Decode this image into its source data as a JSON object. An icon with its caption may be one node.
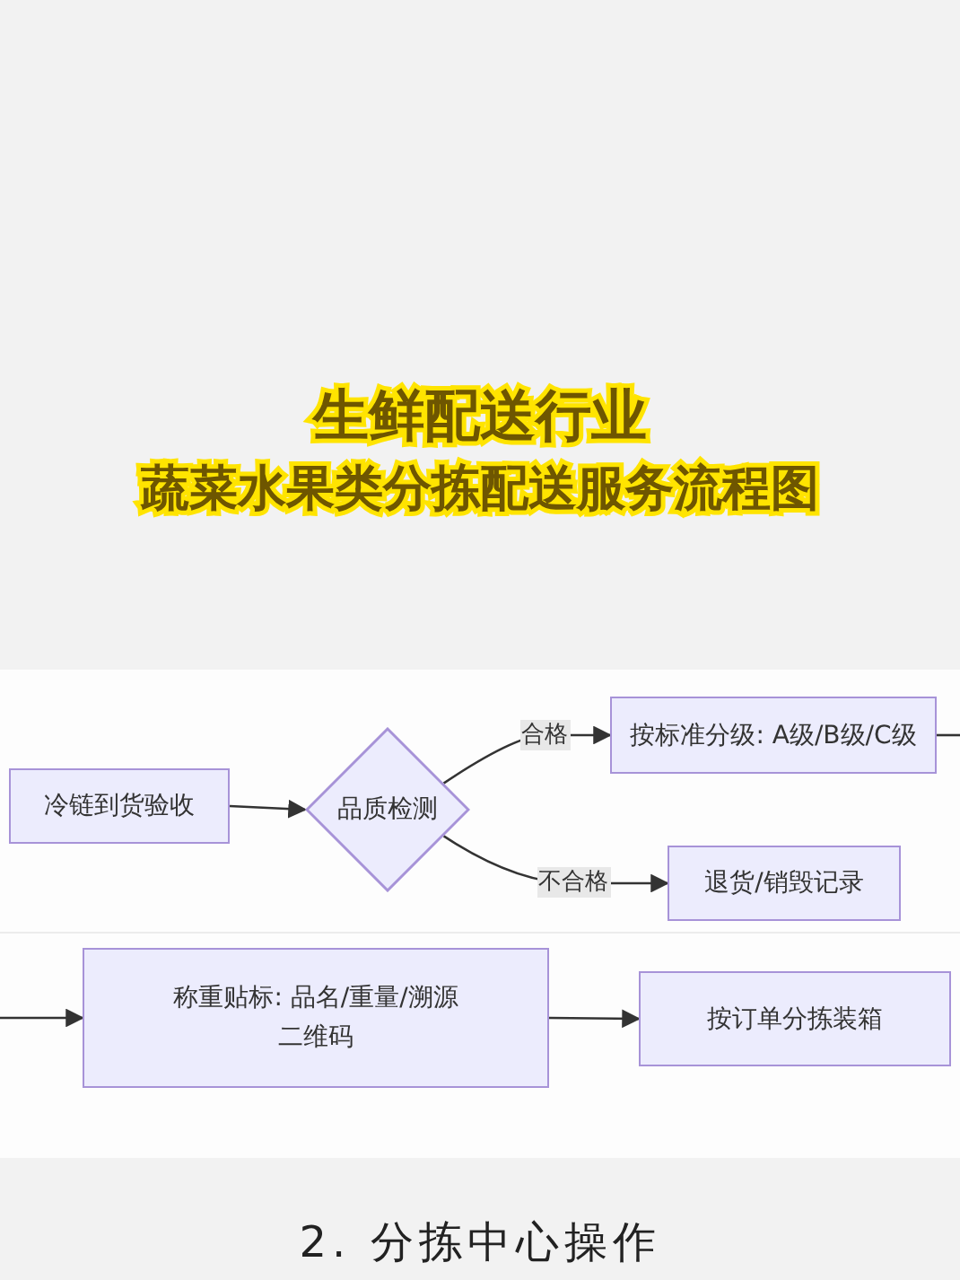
{
  "diagram": {
    "title": "生鲜配送行业",
    "caption": "2. 分拣中心操作",
    "labels": [
      "蔬菜水果类分拣配送服务流程图"
    ],
    "nodes": [
      {
        "text": [
          "冷链到货验收"
        ]
      },
      {
        "text": [
          "品质检测"
        ]
      },
      {
        "text": [
          "按标准分级: A级/B级/C级"
        ]
      },
      {
        "text": [
          "退货/销毁记录"
        ]
      },
      {
        "text": [
          "称重贴标: 品名/重量/溯源二维码"
        ]
      },
      {
        "text": [
          "按订单分拣装箱"
        ]
      }
    ],
    "edges": [
      {
        "from": 0,
        "to": 1,
        "arrow": "to"
      },
      {
        "from": 1,
        "to": 2,
        "arrow": "to",
        "label": "合格"
      },
      {
        "from": 1,
        "to": 3,
        "arrow": "to",
        "label": "不合格"
      },
      {
        "from": null,
        "to": 4,
        "arrow": "to"
      },
      {
        "from": 4,
        "to": 5,
        "arrow": "to"
      },
      {
        "from": 2,
        "to": null,
        "arrow": "none"
      }
    ]
  }
}
